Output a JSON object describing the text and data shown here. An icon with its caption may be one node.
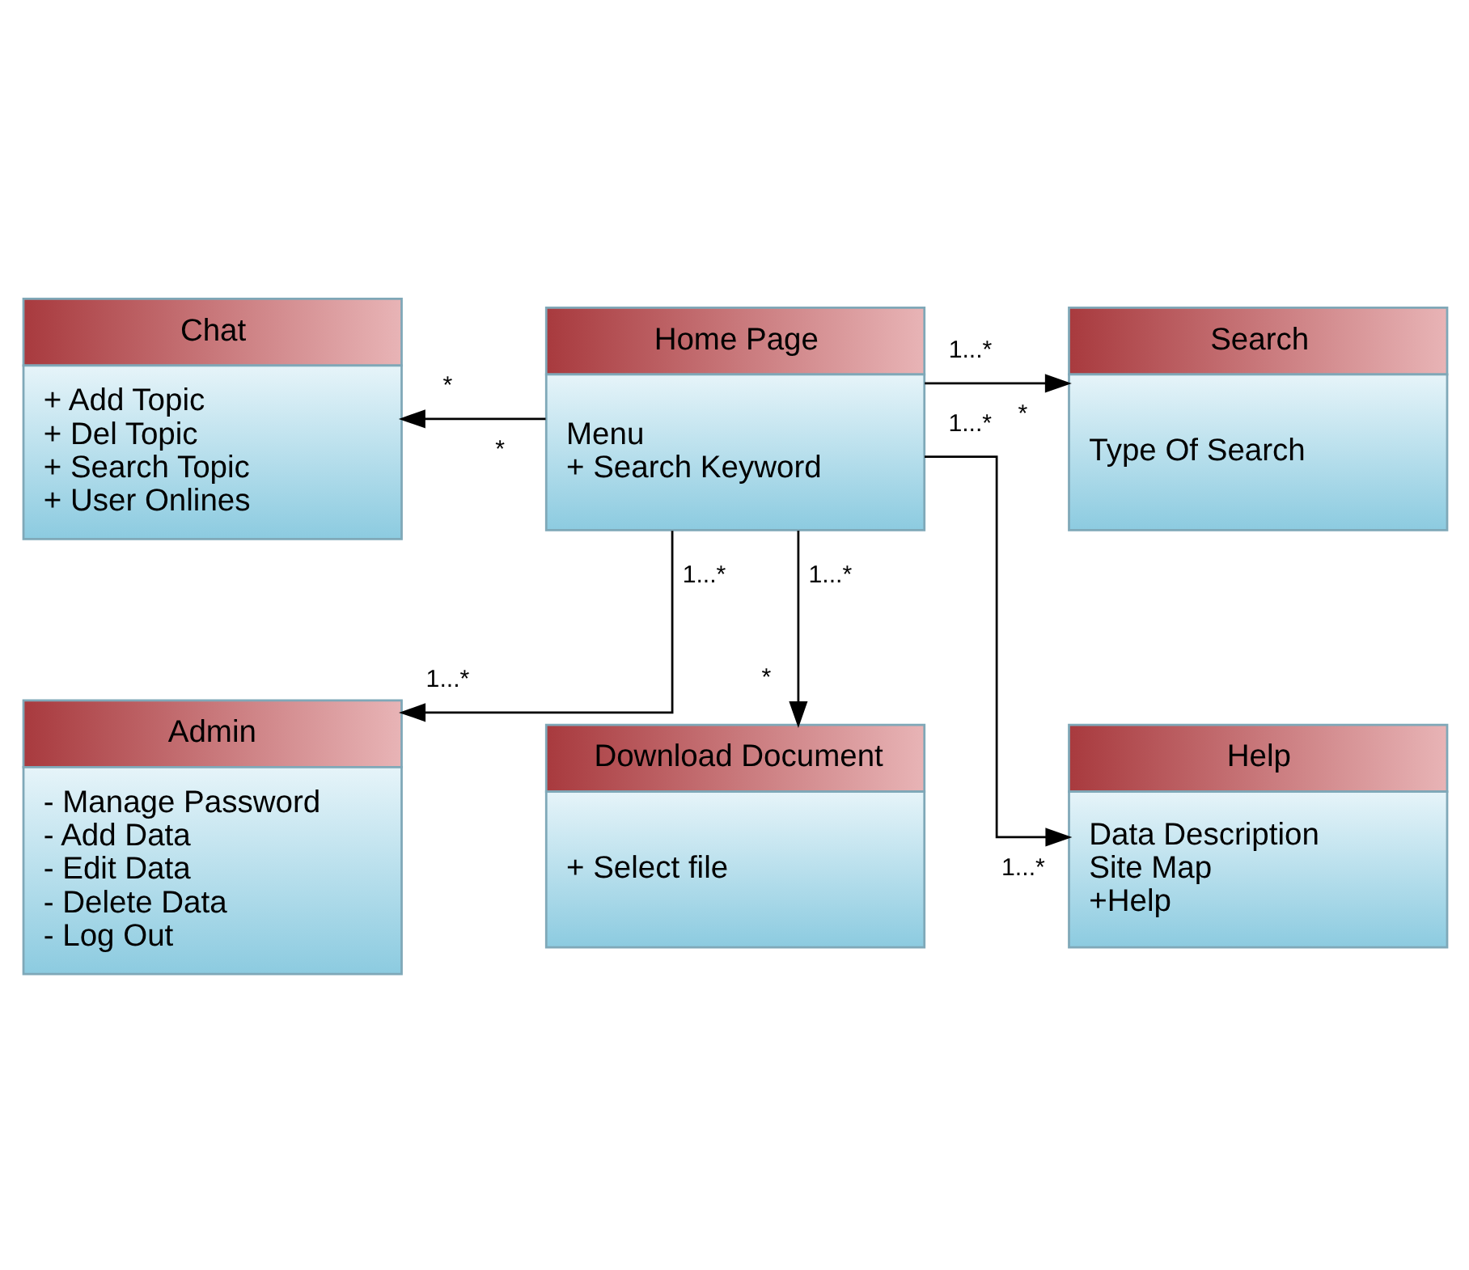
{
  "diagram": {
    "nodes": [
      {
        "text": [
          "Chat",
          "+ Add Topic",
          "+ Del Topic",
          "+ Search Topic",
          "+ User Onlines"
        ]
      },
      {
        "text": [
          "Home Page",
          "Menu",
          "+ Search Keyword"
        ]
      },
      {
        "text": [
          "Search",
          "Type Of Search"
        ]
      },
      {
        "text": [
          "Admin",
          "- Manage Password",
          "- Add Data",
          "- Edit Data",
          "- Delete Data",
          "- Log Out"
        ]
      },
      {
        "text": [
          "Download Document",
          "+ Select file"
        ]
      },
      {
        "text": [
          "Help",
          "Data Description",
          "Site Map",
          "+Help"
        ]
      }
    ],
    "edges": [
      {
        "from": 1,
        "to": 0,
        "arrow": "to"
      },
      {
        "from": 1,
        "to": 2,
        "arrow": "to"
      },
      {
        "from": 1,
        "to": 4,
        "arrow": "to"
      },
      {
        "from": 1,
        "to": 5,
        "arrow": "to"
      },
      {
        "from": 1,
        "to": 3,
        "arrow": "to"
      }
    ],
    "labels": [
      "*",
      "*",
      "1...*",
      "*",
      "1...*",
      "1...*",
      "1...*",
      "1...*",
      "*",
      "1...*"
    ]
  }
}
